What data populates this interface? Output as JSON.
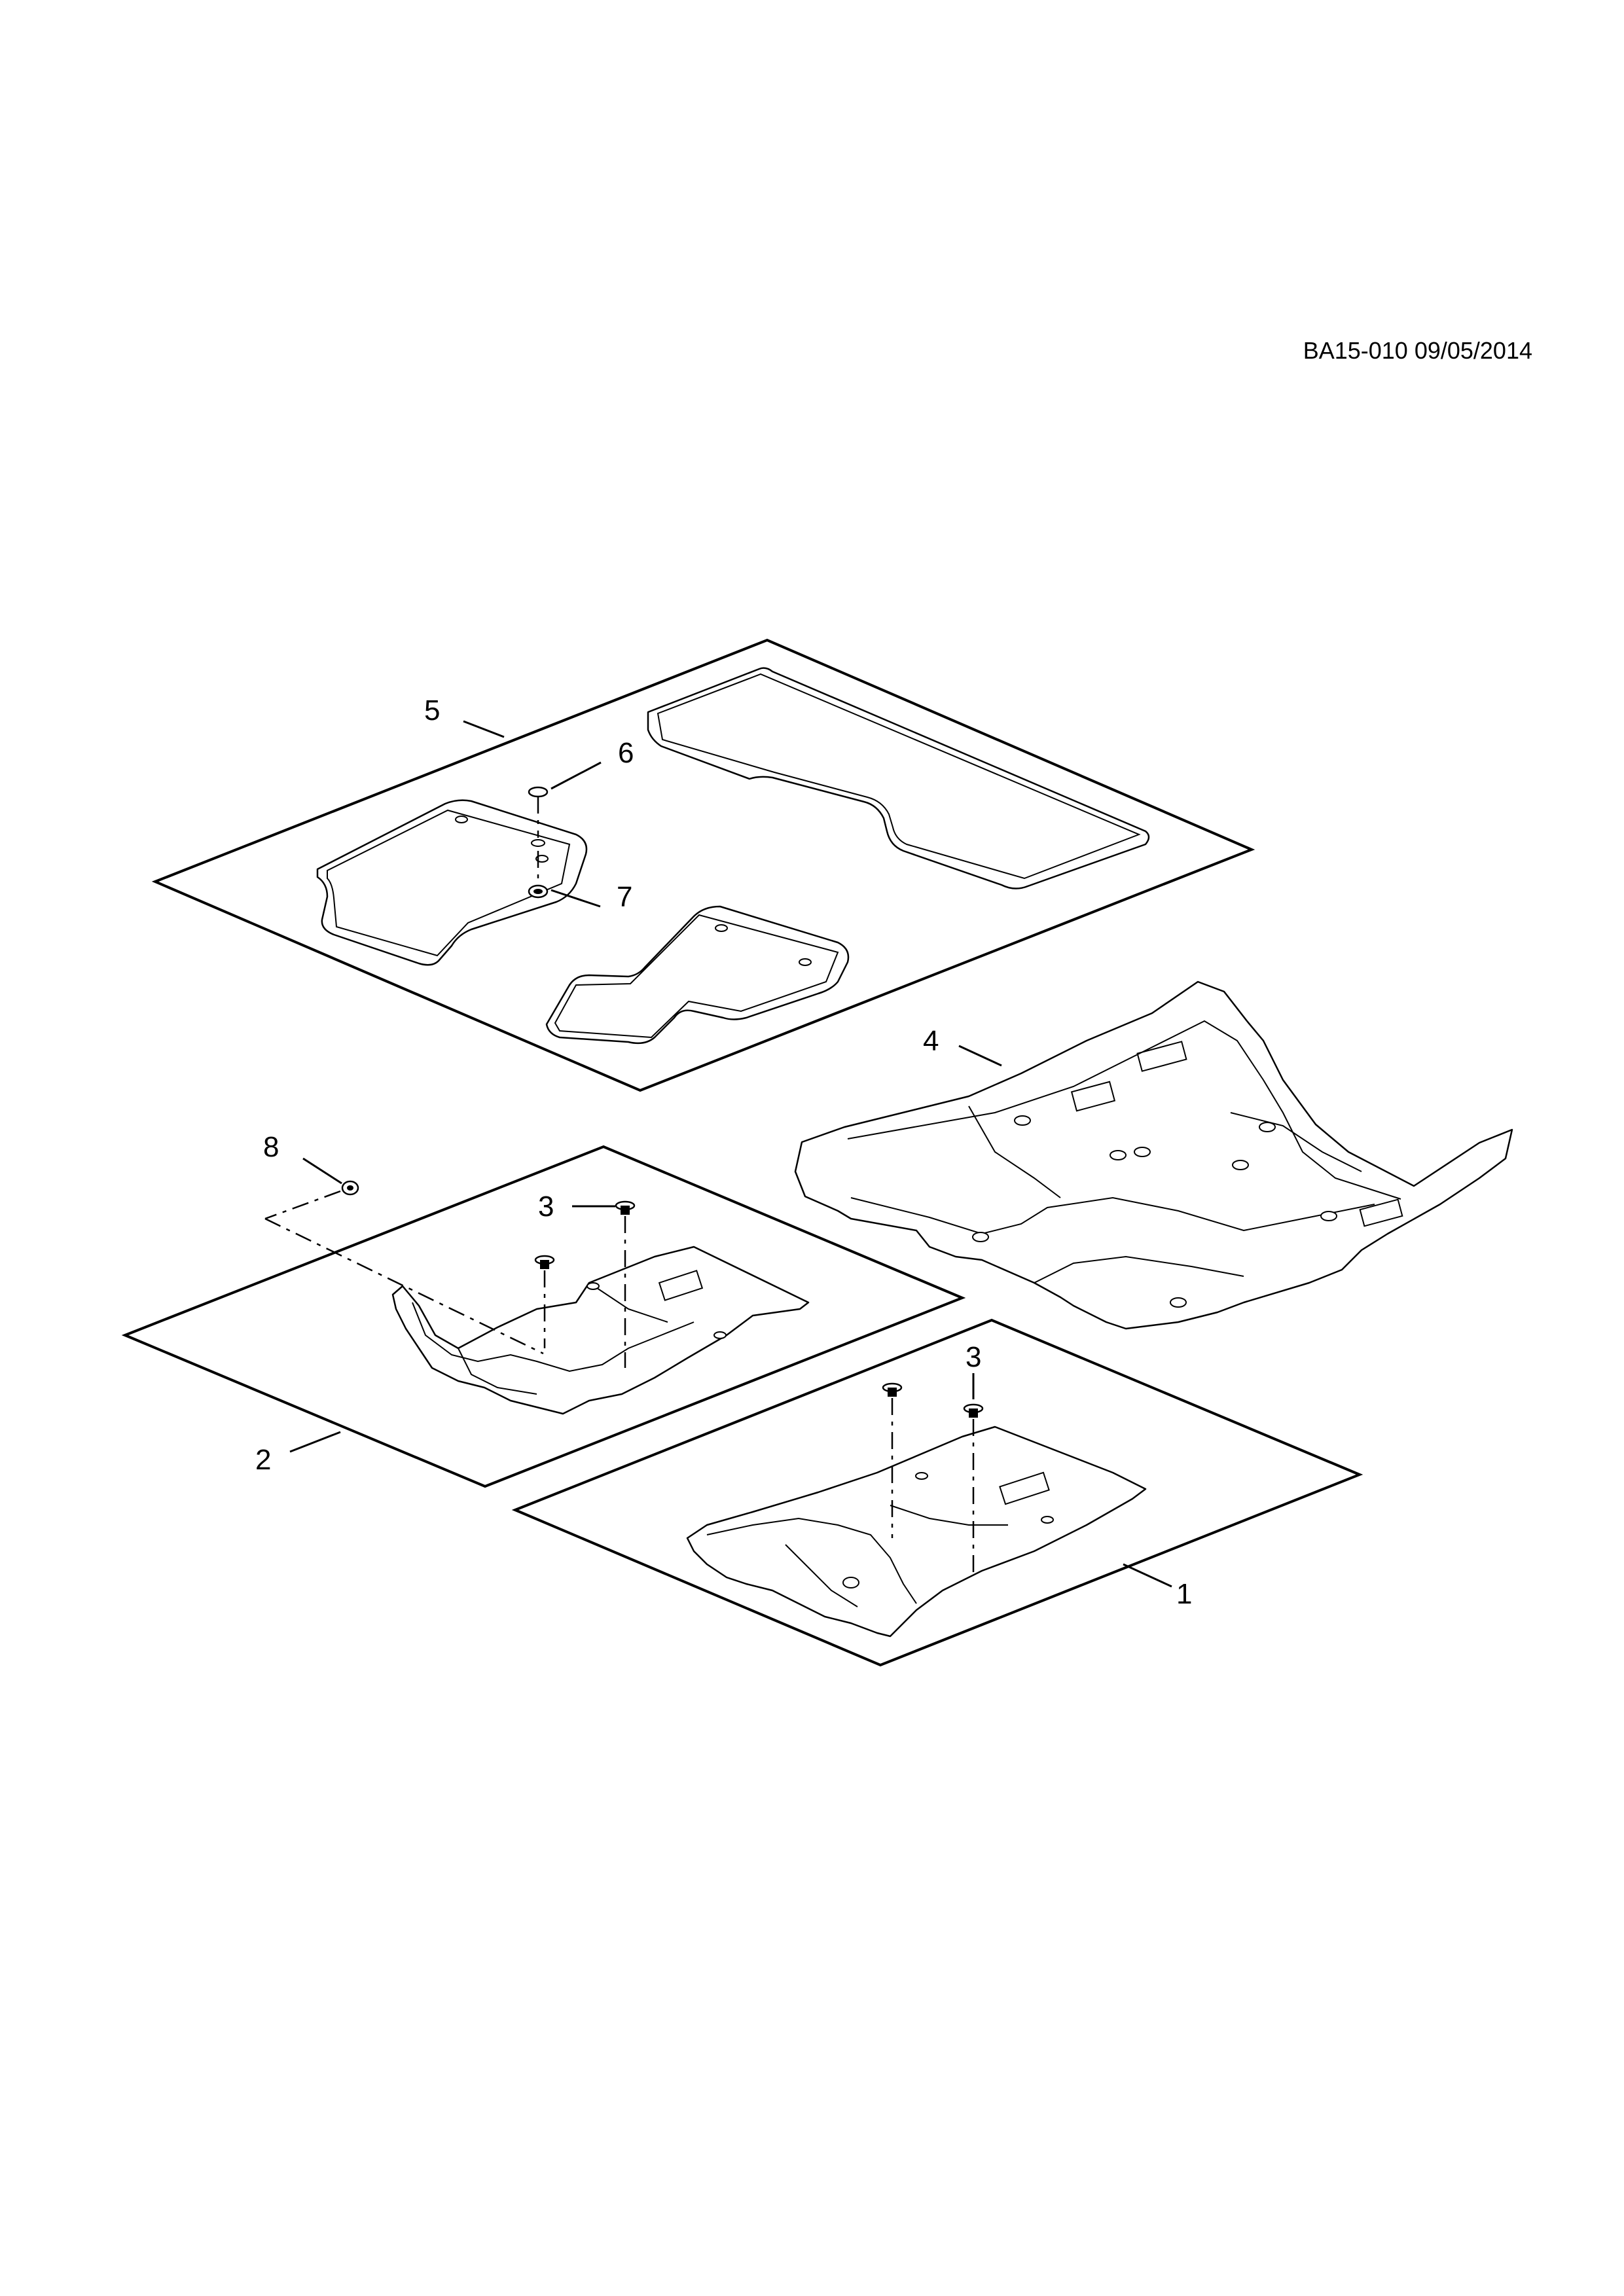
{
  "drawing": {
    "reference": "BA15-010 09/05/2014"
  },
  "callouts": [
    {
      "id": "1",
      "text": "1"
    },
    {
      "id": "2",
      "text": "2"
    },
    {
      "id": "3a",
      "text": "3"
    },
    {
      "id": "3b",
      "text": "3"
    },
    {
      "id": "4",
      "text": "4"
    },
    {
      "id": "5",
      "text": "5"
    },
    {
      "id": "6",
      "text": "6"
    },
    {
      "id": "7",
      "text": "7"
    },
    {
      "id": "8",
      "text": "8"
    }
  ]
}
